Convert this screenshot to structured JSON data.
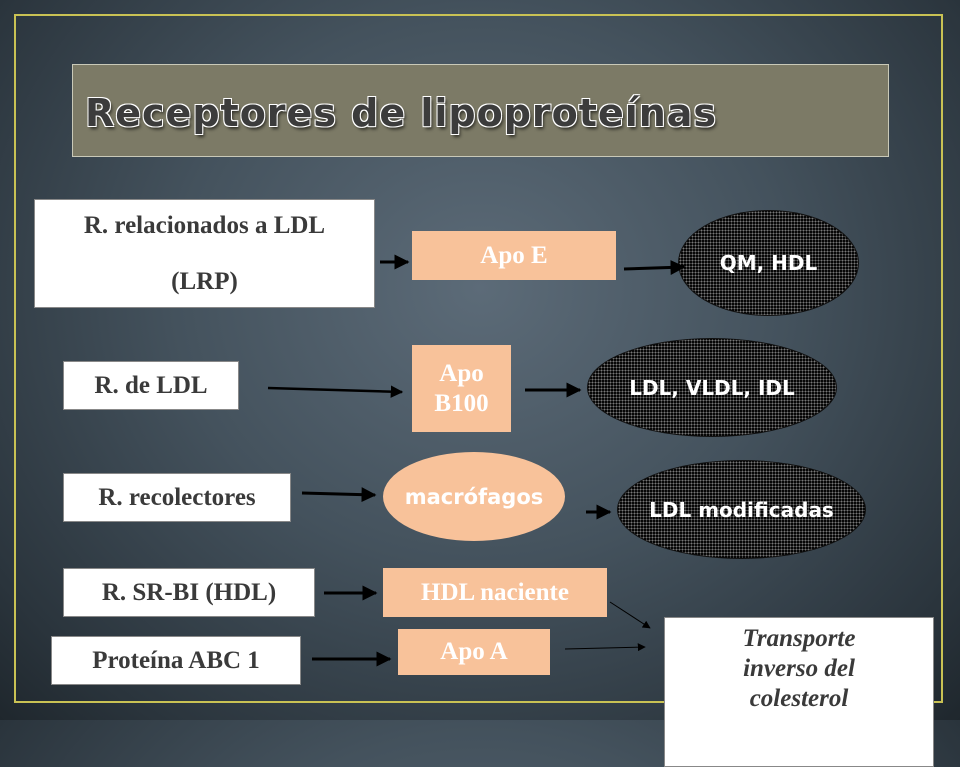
{
  "title": "Receptores de lipoproteínas",
  "rows": {
    "lrp": {
      "receptor_line1": "R. relacionados a LDL",
      "receptor_line2": "(LRP)",
      "apo": "Apo E",
      "target": "QM, HDL"
    },
    "ldl": {
      "receptor": "R. de LDL",
      "apo_line1": "Apo",
      "apo_line2": "B100",
      "target": "LDL, VLDL, IDL"
    },
    "recolectores": {
      "receptor": "R. recolectores",
      "cell": "macrófagos",
      "target": "LDL modificadas"
    },
    "srbi": {
      "receptor": "R. SR-BI (HDL)",
      "apo": "HDL naciente"
    },
    "abc1": {
      "receptor": "Proteína ABC 1",
      "apo": "Apo A"
    }
  },
  "transport": {
    "line1": "Transporte",
    "line2": "inverso del",
    "line3": "colesterol"
  },
  "colors": {
    "border": "#c9c254",
    "title_bg": "#7c7a66",
    "apo_box": "#f8c29a",
    "text_dark": "#3a3a3a"
  }
}
